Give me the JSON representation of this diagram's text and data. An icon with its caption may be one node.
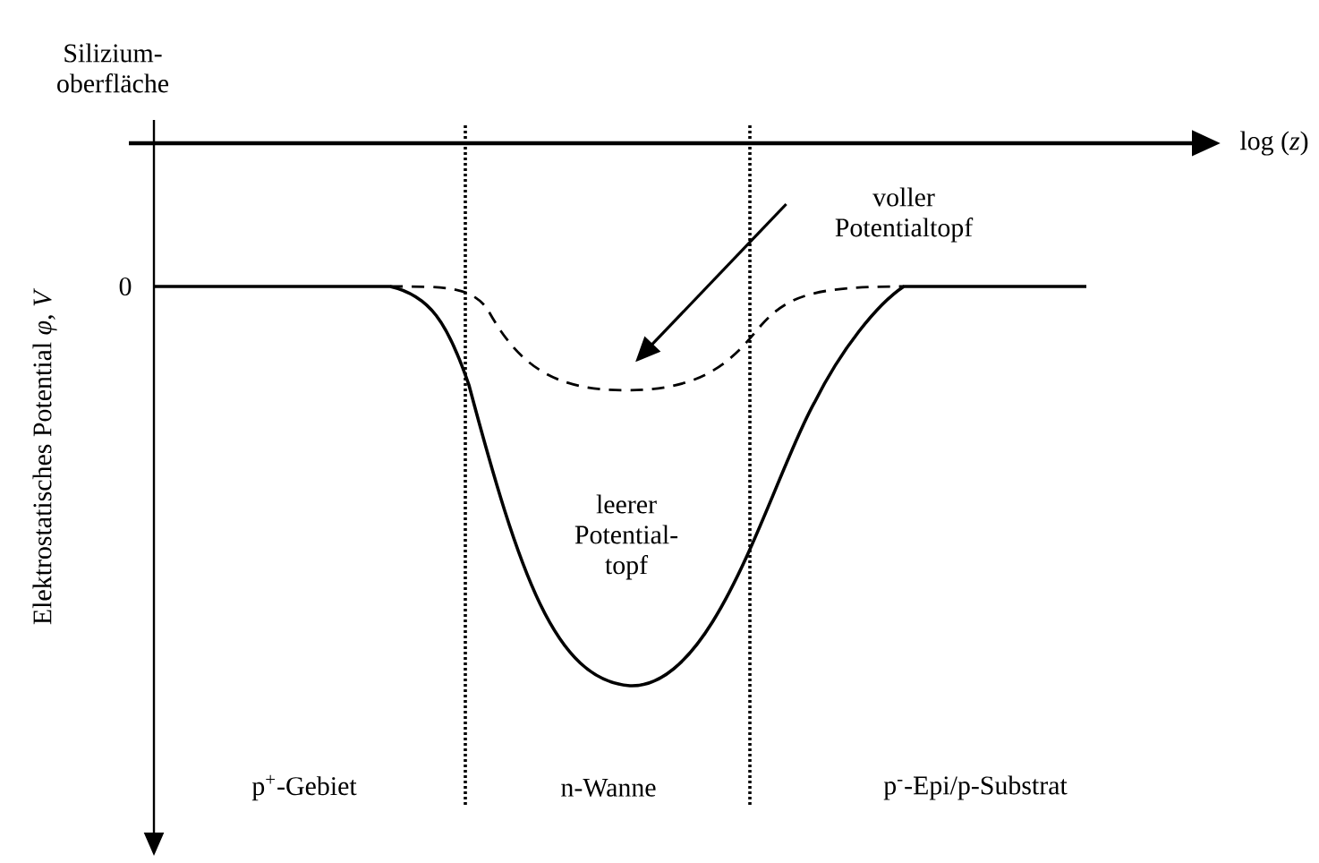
{
  "diagram": {
    "nodes": [
      {
        "text": [
          "voller Potentialtopf"
        ]
      },
      {
        "text": [],
        "shape": "curve"
      }
    ],
    "edges": [
      {
        "from": 0,
        "to": 1,
        "arrow": "to"
      }
    ],
    "labels": [
      "Silizium- oberfläche",
      "log (*z*)",
      "Elektrostatisches Potential *φ*, *V*",
      "0",
      "leerer Potential- topf",
      "p$^{+}$-Gebiet",
      "n-Wanne",
      "p$^{-}$-Epi/p-Substrat"
    ]
  }
}
